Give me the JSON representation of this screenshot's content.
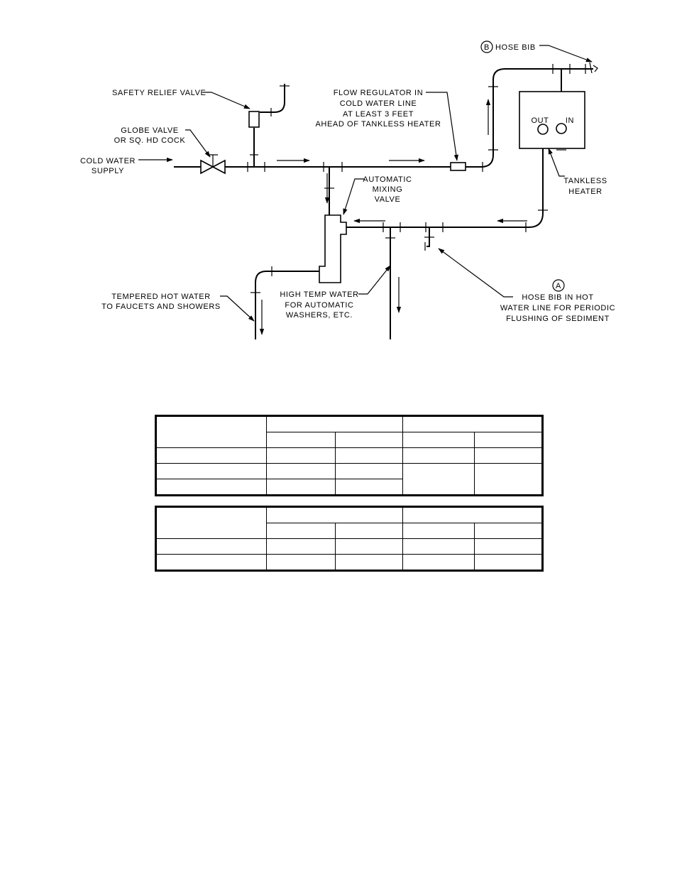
{
  "labels": {
    "hose_bib_b_letter": "B",
    "hose_bib_b": "HOSE BIB",
    "safety_relief_valve": "SAFETY RELIEF VALVE",
    "flow_regulator": [
      "FLOW REGULATOR IN",
      "COLD WATER LINE",
      "AT LEAST 3 FEET",
      "AHEAD OF TANKLESS HEATER"
    ],
    "globe_valve": [
      "GLOBE VALVE",
      "OR SQ. HD COCK"
    ],
    "cold_water_supply": [
      "COLD WATER",
      "SUPPLY"
    ],
    "heater_out": "OUT",
    "heater_in": "IN",
    "tankless_heater": [
      "TANKLESS",
      "HEATER"
    ],
    "automatic_mixing_valve": [
      "AUTOMATIC",
      "MIXING",
      "VALVE"
    ],
    "hose_bib_a_letter": "A",
    "hose_bib_a": [
      "HOSE BIB IN HOT",
      "WATER LINE FOR PERIODIC",
      "FLUSHING OF SEDIMENT"
    ],
    "tempered_hot_water": [
      "TEMPERED HOT WATER",
      "TO FAUCETS AND SHOWERS"
    ],
    "high_temp_water": [
      "HIGH TEMP WATER",
      "FOR AUTOMATIC",
      "WASHERS, ETC."
    ]
  }
}
